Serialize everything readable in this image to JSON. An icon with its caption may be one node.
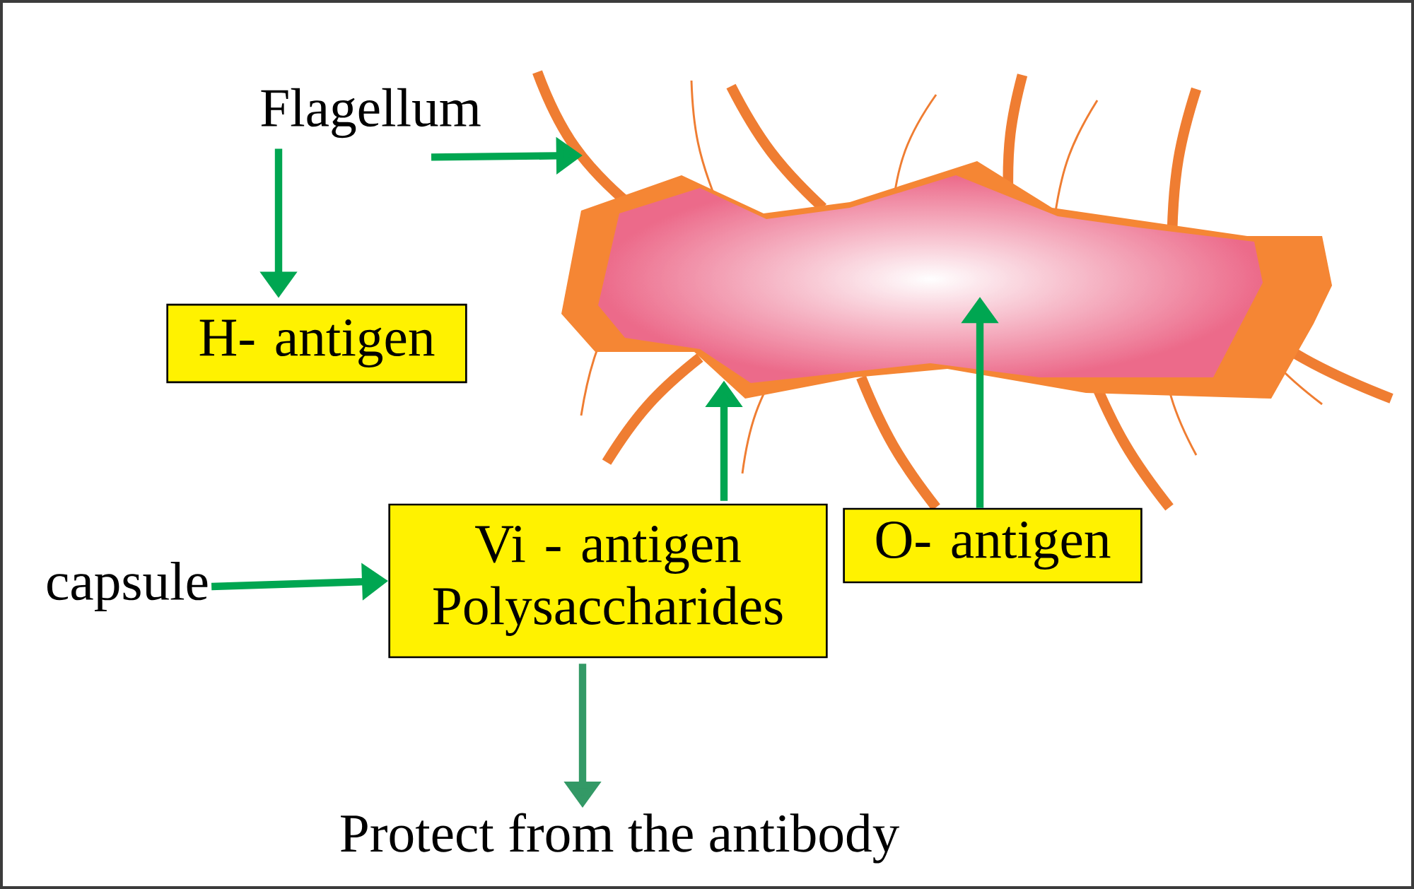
{
  "diagram": {
    "nodes": [
      {
        "text": [
          "Flagellum"
        ]
      },
      {
        "text": [
          "H- antigen"
        ]
      },
      {
        "text": [],
        "shape": "picture"
      },
      {
        "text": [
          "capsule"
        ]
      },
      {
        "text": [
          "Vi - antigen Polysaccharides"
        ]
      },
      {
        "text": [
          "O- antigen"
        ]
      },
      {
        "text": [
          "Protect from the antibody"
        ]
      }
    ],
    "edges": [
      {
        "from": 0,
        "to": 1,
        "arrow": "to"
      },
      {
        "from": 0,
        "to": 2,
        "arrow": "to"
      },
      {
        "from": 3,
        "to": 4,
        "arrow": "to"
      },
      {
        "from": 4,
        "to": 2,
        "arrow": "to"
      },
      {
        "from": 5,
        "to": 2,
        "arrow": "to"
      },
      {
        "from": 4,
        "to": 6,
        "arrow": "to",
        "color": "#339966"
      }
    ]
  }
}
